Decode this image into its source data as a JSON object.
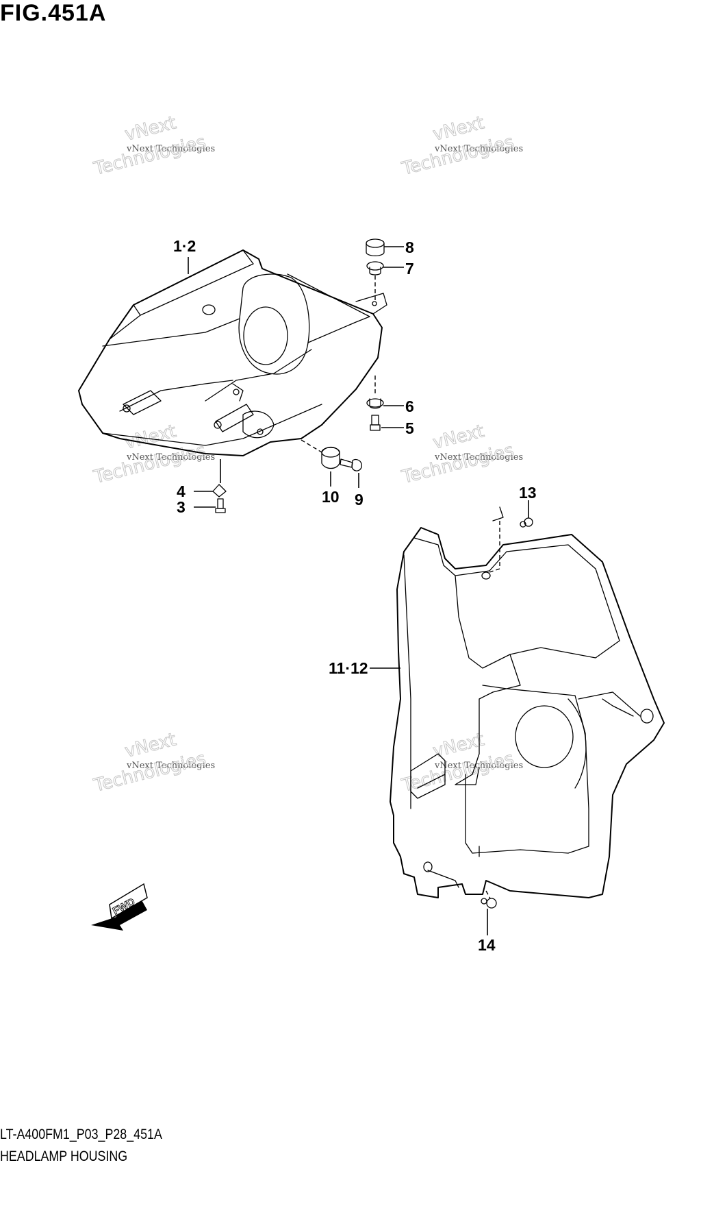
{
  "figure": {
    "title": "FIG.451A",
    "drawing_code": "LT-A400FM1_P03_P28_451A",
    "section_name": "HEADLAMP HOUSING"
  },
  "callouts": [
    {
      "id": "c1",
      "label": "1·2"
    },
    {
      "id": "c3",
      "label": "3"
    },
    {
      "id": "c4",
      "label": "4"
    },
    {
      "id": "c5",
      "label": "5"
    },
    {
      "id": "c6",
      "label": "6"
    },
    {
      "id": "c7",
      "label": "7"
    },
    {
      "id": "c8",
      "label": "8"
    },
    {
      "id": "c9",
      "label": "9"
    },
    {
      "id": "c10",
      "label": "10"
    },
    {
      "id": "c11",
      "label": "11·12"
    },
    {
      "id": "c13",
      "label": "13"
    },
    {
      "id": "c14",
      "label": "14"
    }
  ],
  "watermark": {
    "line1": "vNext Technologies",
    "line2": "vNext",
    "line3": "Technologies"
  },
  "direction_arrow": {
    "label": "FWD"
  }
}
